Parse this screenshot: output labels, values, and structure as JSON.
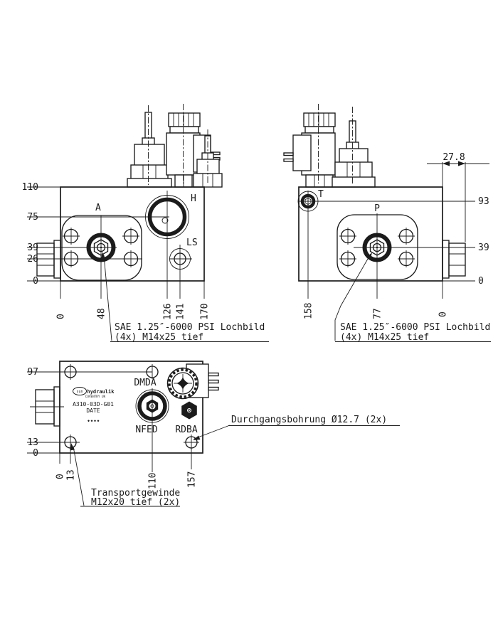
{
  "front": {
    "port_a": "A",
    "port_h": "H",
    "port_ls": "LS",
    "dims_left": [
      "110",
      "75",
      "39",
      "26",
      "0"
    ],
    "dims_bottom": [
      "0",
      "48",
      "126",
      "141",
      "170"
    ],
    "note1": "SAE 1.25″-6000 PSI Lochbild",
    "note2": "(4x) M14x25 tief"
  },
  "side": {
    "port_t": "T",
    "port_p": "P",
    "dim_offset": "27.8",
    "dims_right": [
      "93",
      "39",
      "0"
    ],
    "dims_bottom": [
      "158",
      "77",
      "0"
    ],
    "note1": "SAE 1.25″-6000 PSI Lochbild",
    "note2": "(4x) M14x25 tief"
  },
  "bottom": {
    "port_dmda": "DMDA",
    "port_nfed": "NFED",
    "port_rdba": "RDBA",
    "dims_left": [
      "97",
      "13",
      "0"
    ],
    "dims_bottom": [
      "0",
      "13",
      "110",
      "157"
    ],
    "nameplate": {
      "brand_sun": "sun",
      "brand_rest": "hydraulik",
      "location": "COVENTRY UK",
      "model": "A310-03D-G01",
      "date": "DATE",
      "marks": "◆◆◆◆"
    },
    "note_through": "Durchgangsbohrung Ø12.7 (2x)",
    "note_transport1": "Transportgewinde",
    "note_transport2": "M12x20 tief (2x)"
  },
  "colors": {
    "ink": "#1b1b1b",
    "paper": "#ffffff"
  }
}
